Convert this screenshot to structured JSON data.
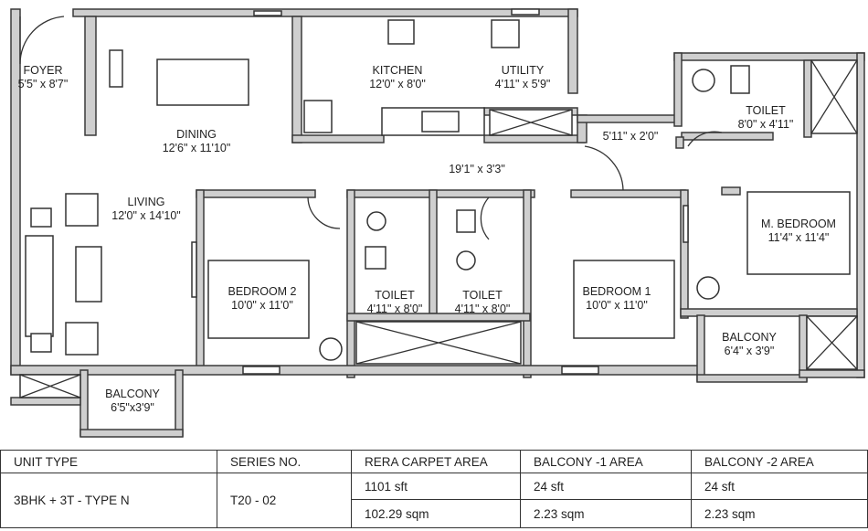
{
  "rooms": {
    "foyer": {
      "name": "FOYER",
      "size": "5'5\" x 8'7\""
    },
    "dining": {
      "name": "DINING",
      "size": "12'6\" x 11'10\""
    },
    "kitchen": {
      "name": "KITCHEN",
      "size": "12'0\" x 8'0\""
    },
    "utility": {
      "name": "UTILITY",
      "size": "4'11\" x 5'9\""
    },
    "toilet_master": {
      "name": "TOILET",
      "size": "8'0\" x 4'11\""
    },
    "passage": {
      "size": "5'11\" x 2'0\""
    },
    "corridor": {
      "size": "19'1\" x 3'3\""
    },
    "living": {
      "name": "LIVING",
      "size": "12'0\" x 14'10\""
    },
    "master_bedroom": {
      "name": "M. BEDROOM",
      "size": "11'4\" x 11'4\""
    },
    "bedroom2": {
      "name": "BEDROOM 2",
      "size": "10'0\" x 11'0\""
    },
    "toilet2": {
      "name": "TOILET",
      "size": "4'11\" x 8'0\""
    },
    "toilet3": {
      "name": "TOILET",
      "size": "4'11\" x 8'0\""
    },
    "bedroom1": {
      "name": "BEDROOM 1",
      "size": "10'0\" x 11'0\""
    },
    "balcony_right": {
      "name": "BALCONY",
      "size": "6'4\" x 3'9\""
    },
    "balcony_left": {
      "name": "BALCONY",
      "size": "6'5\"x3'9\""
    }
  },
  "table": {
    "headers": [
      "UNIT TYPE",
      "SERIES NO.",
      "RERA CARPET AREA",
      "BALCONY -1  AREA",
      "BALCONY -2  AREA"
    ],
    "unit_type": "3BHK + 3T - TYPE N",
    "series_no": "T20 - 02",
    "carpet_sft": "1101 sft",
    "carpet_sqm": "102.29 sqm",
    "balcony1_sft": "24 sft",
    "balcony1_sqm": "2.23 sqm",
    "balcony2_sft": "24 sft",
    "balcony2_sqm": "2.23 sqm"
  }
}
